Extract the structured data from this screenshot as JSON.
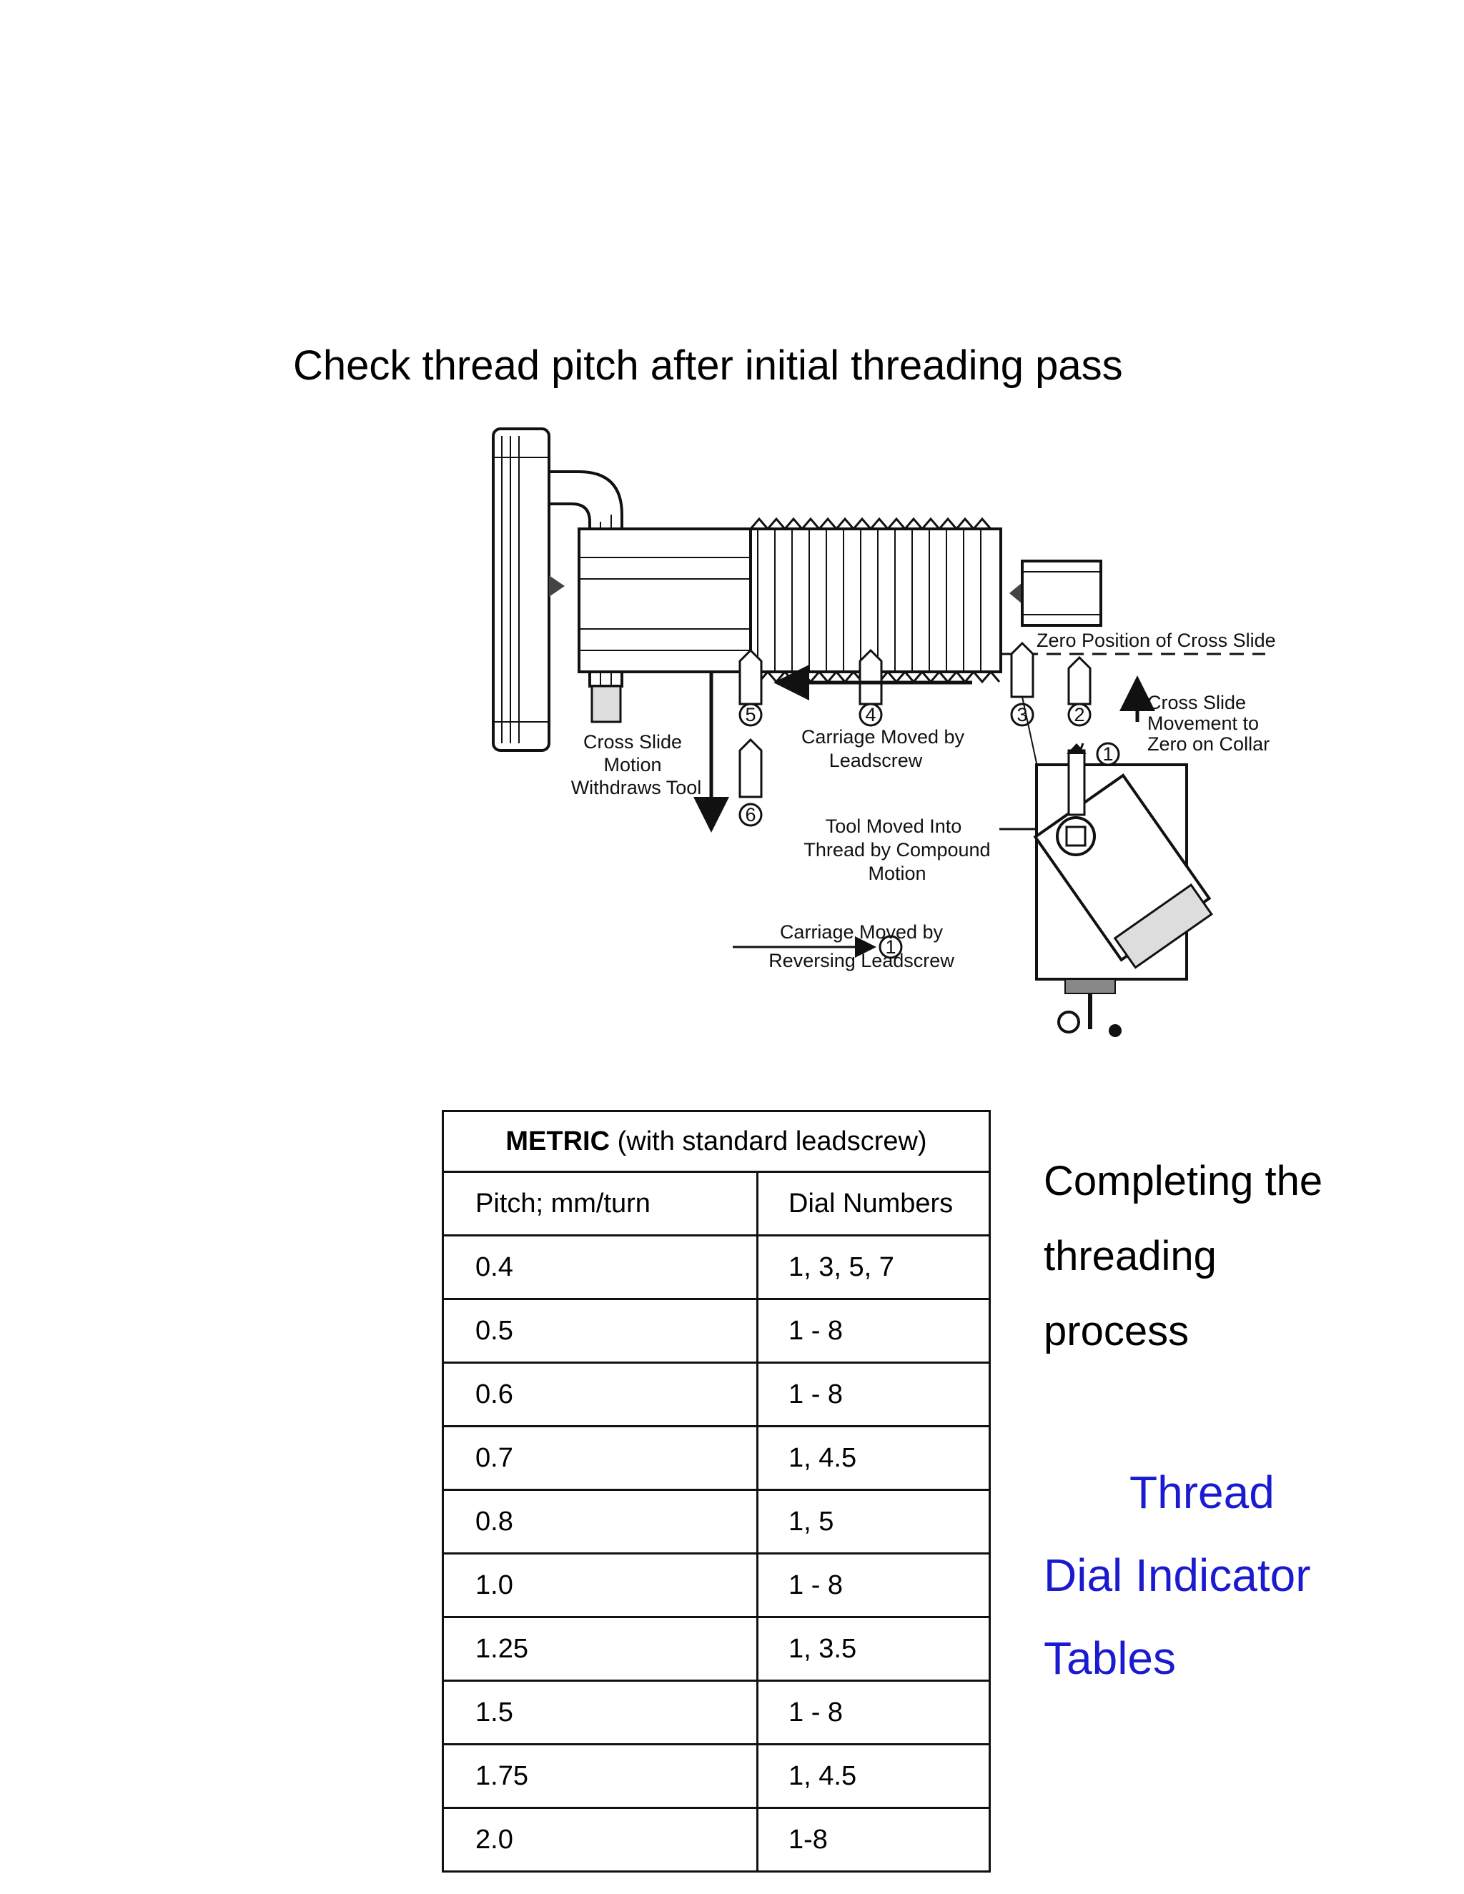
{
  "heading": "Check thread pitch after initial threading pass",
  "diagram": {
    "labels": {
      "zero_position": "Zero Position of Cross Slide",
      "cross_slide_movement": [
        "Cross Slide",
        "Movement to",
        "Zero on Collar"
      ],
      "cross_slide_motion": [
        "Cross Slide",
        "Motion",
        "Withdraws Tool"
      ],
      "carriage_leadscrew": [
        "Carriage Moved by",
        "Leadscrew"
      ],
      "tool_moved": [
        "Tool Moved Into",
        "Thread by Compound",
        "Motion"
      ],
      "carriage_reversing": [
        "Carriage Moved by",
        "Reversing Leadscrew"
      ]
    },
    "step_numbers": [
      "1",
      "2",
      "3",
      "4",
      "5",
      "6",
      "1"
    ]
  },
  "table": {
    "title_bold": "METRIC",
    "title_rest": " (with standard leadscrew)",
    "headers": [
      "Pitch; mm/turn",
      "Dial Numbers"
    ],
    "rows": [
      [
        "0.4",
        "1, 3, 5, 7"
      ],
      [
        "0.5",
        "1 - 8"
      ],
      [
        "0.6",
        "1 - 8"
      ],
      [
        "0.7",
        "1, 4.5"
      ],
      [
        "0.8",
        "1, 5"
      ],
      [
        "1.0",
        "1 - 8"
      ],
      [
        "1.25",
        "1, 3.5"
      ],
      [
        "1.5",
        "1 - 8"
      ],
      [
        "1.75",
        "1, 4.5"
      ],
      [
        "2.0",
        "1-8"
      ]
    ]
  },
  "side_text": [
    "Completing the",
    "threading",
    "process"
  ],
  "link": [
    "Thread",
    "Dial Indicator",
    "Tables"
  ],
  "colors": {
    "link": "#1a1ad0"
  }
}
